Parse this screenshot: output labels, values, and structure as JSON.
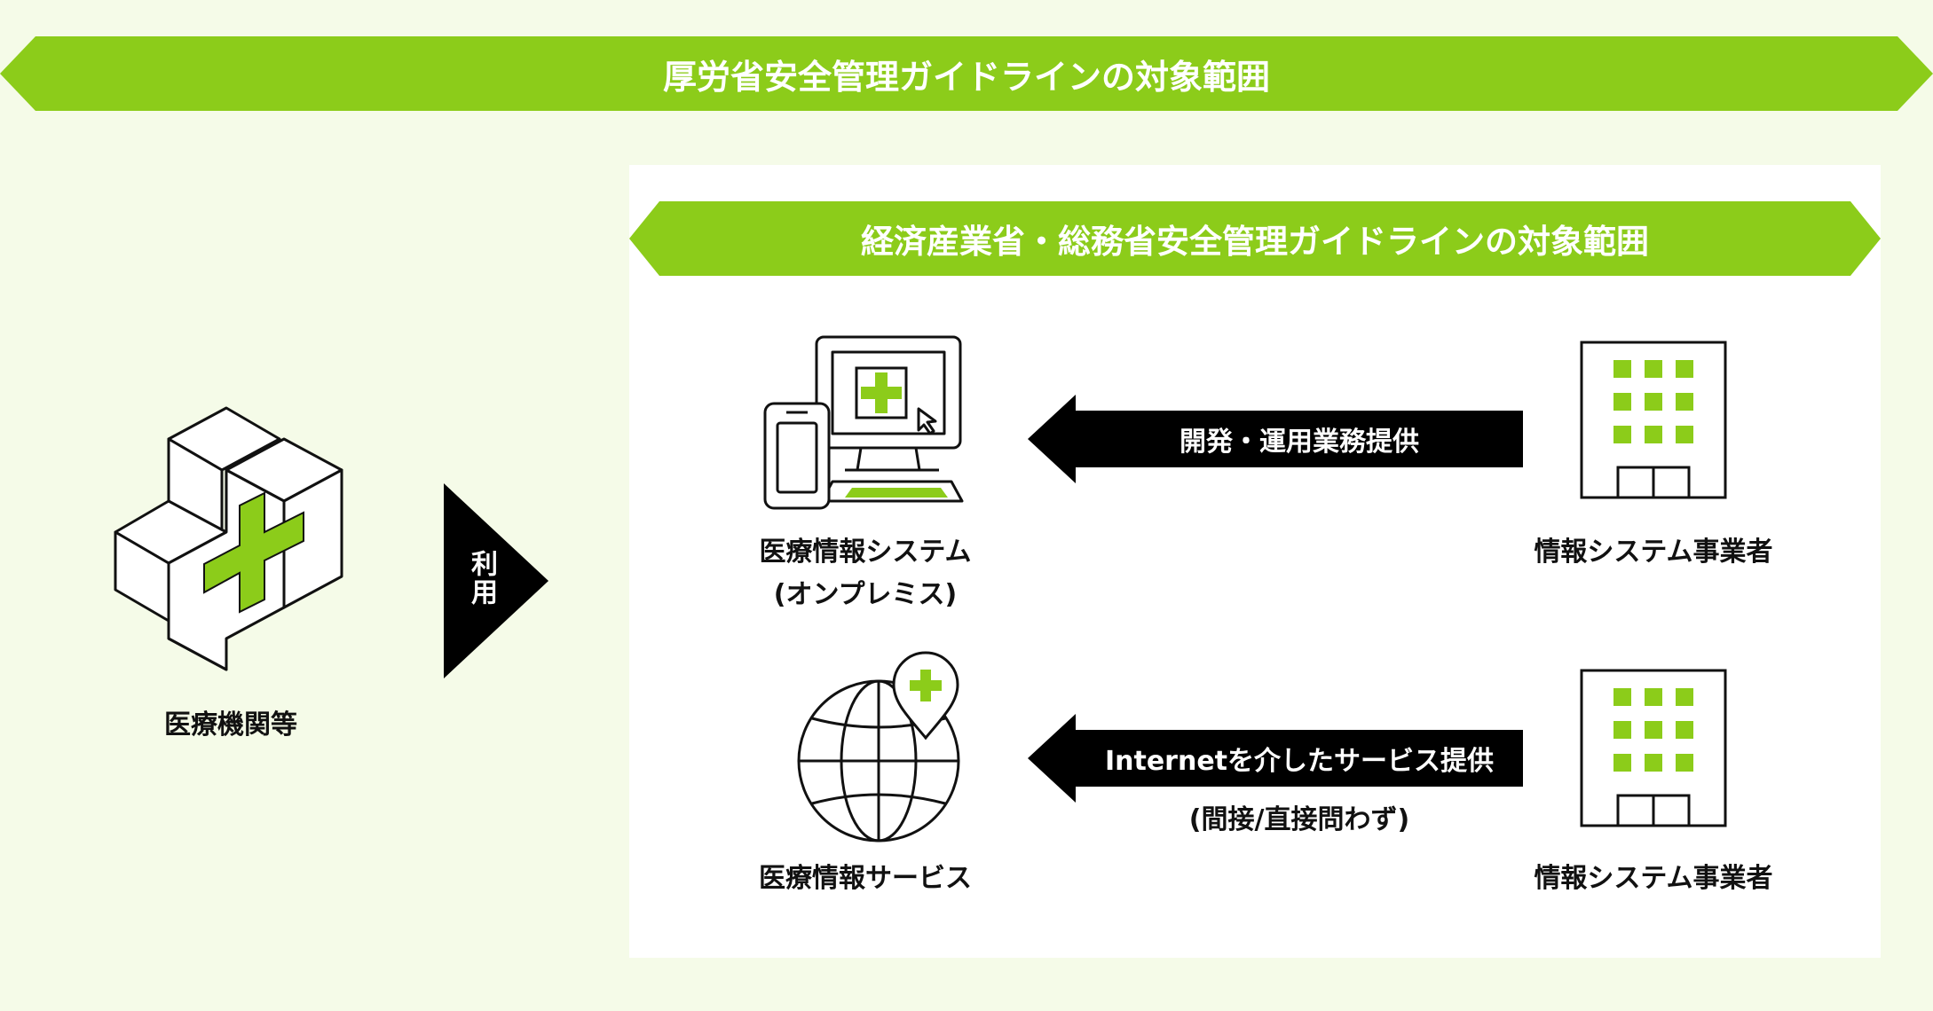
{
  "top_banner": "厚労省安全管理ガイドラインの対象範囲",
  "inner_banner": "経済産業省・総務省安全管理ガイドラインの対象範囲",
  "medical_institution": {
    "label": "医療機関等"
  },
  "use_arrow": {
    "label": "利用"
  },
  "onprem_system": {
    "label_line1": "医療情報システム",
    "label_line2": "(オンプレミス)"
  },
  "service": {
    "label": "医療情報サービス"
  },
  "vendor_top": {
    "label": "情報システム事業者"
  },
  "vendor_bottom": {
    "label": "情報システム事業者"
  },
  "arrow_top": {
    "label": "開発・運用業務提供"
  },
  "arrow_bottom": {
    "label": "Internetを介したサービス提供",
    "sublabel": "(間接/直接問わず)"
  },
  "colors": {
    "accent": "#8ccc1a",
    "background": "#f5fbe8",
    "panel": "#ffffff",
    "ink": "#111111"
  },
  "icons": [
    "medical-cross-3d-icon",
    "computer-and-phone-icon",
    "globe-with-pin-icon",
    "office-building-icon"
  ]
}
